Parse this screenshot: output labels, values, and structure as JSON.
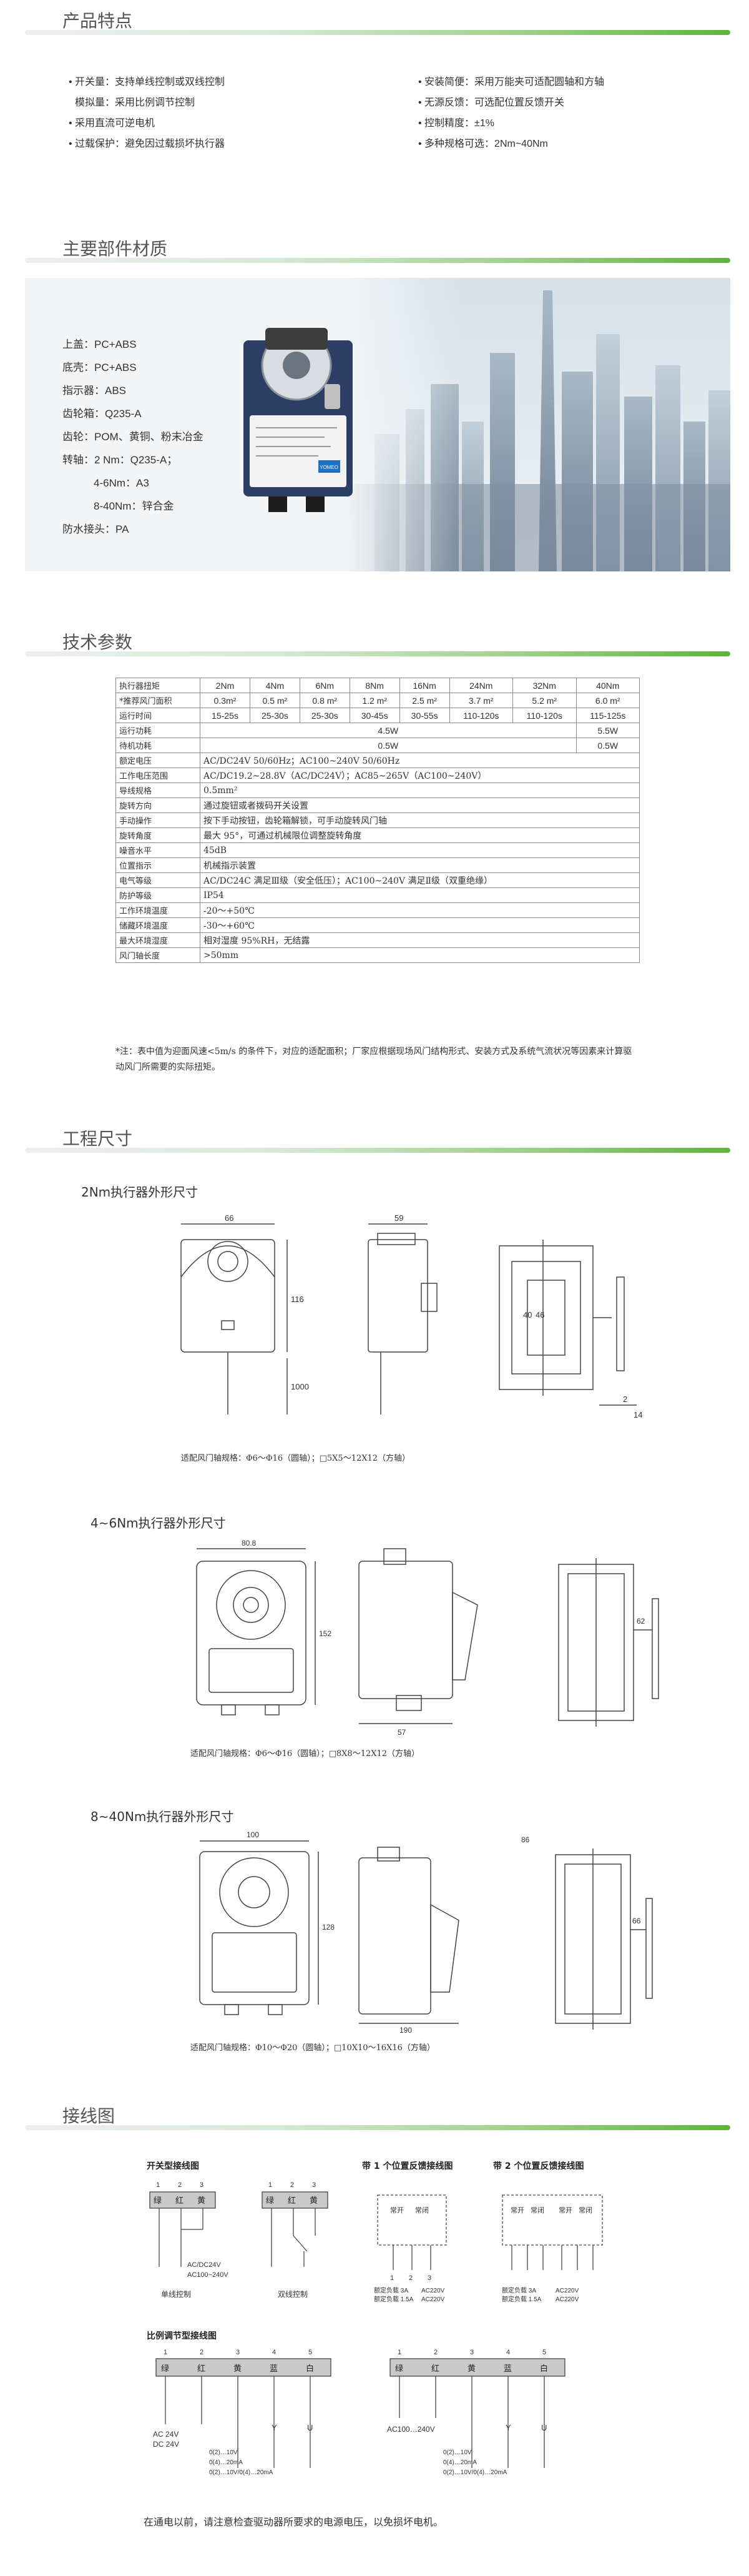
{
  "sections": {
    "features": "产品特点",
    "materials": "主要部件材质",
    "specs": "技术参数",
    "dimensions": "工程尺寸",
    "wiring": "接线图"
  },
  "features": {
    "left": [
      "• 开关量：支持单线控制或双线控制",
      "  模拟量：采用比例调节控制",
      "• 采用直流可逆电机",
      "• 过载保护：避免因过载损坏执行器"
    ],
    "right": [
      "• 安装简便：采用万能夹可适配圆轴和方轴",
      "• 无源反馈：可选配位置反馈开关",
      "• 控制精度：±1%",
      "• 多种规格可选：2Nm~40Nm"
    ]
  },
  "materials": {
    "lines": [
      "上盖：PC+ABS",
      "底壳：PC+ABS",
      "指示器：ABS",
      "齿轮箱：Q235-A",
      "齿轮：POM、黄铜、粉末冶金",
      "转轴：2 Nm：Q235-A；",
      "4-6Nm：A3",
      "8-40Nm：锌合金",
      "防水接头：PA"
    ],
    "product_label": "YOMEO"
  },
  "specs": {
    "header": [
      "执行器扭矩",
      "2Nm",
      "4Nm",
      "6Nm",
      "8Nm",
      "16Nm",
      "24Nm",
      "32Nm",
      "40Nm"
    ],
    "rows_split": [
      {
        "label": "*推荐风门面积",
        "cells": [
          "0.3m²",
          "0.5 m²",
          "0.8 m²",
          "1.2 m²",
          "2.5 m²",
          "3.7 m²",
          "5.2 m²",
          "6.0 m²"
        ]
      },
      {
        "label": "运行时间",
        "cells": [
          "15-25s",
          "25-30s",
          "25-30s",
          "30-45s",
          "30-55s",
          "110-120s",
          "110-120s",
          "115-125s"
        ]
      }
    ],
    "power_run": {
      "label": "运行功耗",
      "main": "4.5W",
      "last": "5.5W"
    },
    "power_idle": {
      "label": "待机功耗",
      "main": "0.5W",
      "last": "0.5W"
    },
    "rows_full": [
      {
        "label": "额定电压",
        "value": "AC/DC24V 50/60Hz；AC100~240V 50/60Hz"
      },
      {
        "label": "工作电压范围",
        "value": "AC/DC19.2~28.8V（AC/DC24V）；AC85~265V（AC100~240V）"
      },
      {
        "label": "导线规格",
        "value": "0.5mm²"
      },
      {
        "label": "旋转方向",
        "value": "通过旋钮或者拨码开关设置"
      },
      {
        "label": "手动操作",
        "value": "按下手动按钮，齿轮箱解锁，可手动旋转风门轴"
      },
      {
        "label": "旋转角度",
        "value": "最大 95°，可通过机械限位调整旋转角度"
      },
      {
        "label": "噪音水平",
        "value": "45dB"
      },
      {
        "label": "位置指示",
        "value": "机械指示装置"
      },
      {
        "label": "电气等级",
        "value": "AC/DC24C 满足Ⅲ级（安全低压）；AC100~240V 满足Ⅱ级（双重绝缘）"
      },
      {
        "label": "防护等级",
        "value": "IP54"
      },
      {
        "label": "工作环境温度",
        "value": "-20～+50℃"
      },
      {
        "label": "储藏环境温度",
        "value": "-30～+60℃"
      },
      {
        "label": "最大环境湿度",
        "value": "相对湿度 95%RH，无结露"
      },
      {
        "label": "风门轴长度",
        "value": ">50mm"
      }
    ],
    "note": "*注：表中值为迎面风速<5m/s 的条件下，对应的适配面积；厂家应根据现场风门结构形式、安装方式及系统气流状况等因素来计算驱动风门所需要的实际扭矩。"
  },
  "drawings": {
    "d1": {
      "title": "2Nm执行器外形尺寸",
      "caption": "适配风门轴规格：Φ6～Φ16（圆轴）；□5X5～12X12（方轴）",
      "dims": [
        "66",
        "59",
        "116",
        "1000",
        "40",
        "46",
        "2",
        "14"
      ]
    },
    "d2": {
      "title": "4~6Nm执行器外形尺寸",
      "caption": "适配风门轴规格：Φ6～Φ16（圆轴）；□8X8～12X12（方轴）",
      "dims": [
        "80.8",
        "57",
        "62",
        "152"
      ]
    },
    "d3": {
      "title": "8~40Nm执行器外形尺寸",
      "caption": "适配风门轴规格：Φ10～Φ20（圆轴）；□10X10～16X16（方轴）",
      "dims": [
        "100",
        "86",
        "128",
        "190",
        "66"
      ]
    }
  },
  "wiring": {
    "switch_title": "开关型接线图",
    "fb1_title": "带 1 个位置反馈接线图",
    "fb2_title": "带 2 个位置反馈接线图",
    "prop_title": "比例调节型接线图",
    "term_nums_3": [
      "1",
      "2",
      "3"
    ],
    "term_nums_5": [
      "1",
      "2",
      "3",
      "4",
      "5"
    ],
    "term_colors_3": [
      "绿",
      "红",
      "黄"
    ],
    "term_colors_5": [
      "绿",
      "红",
      "黄",
      "蓝",
      "白"
    ],
    "single_ctrl": "单线控制",
    "double_ctrl": "双线控制",
    "supply": [
      "AC/DC24V",
      "AC100~240V"
    ],
    "fb_labels": [
      "常开",
      "常闭"
    ],
    "fb_rating1": [
      "额定负载 3A",
      "额定负载 1.5A"
    ],
    "fb_rating2": [
      "AC220V",
      "AC220V"
    ],
    "prop_left_supply": [
      "AC 24V",
      "DC 24V"
    ],
    "prop_right_supply": "AC100…240V",
    "signals": [
      "0(2)…10V",
      "0(4)…20mA",
      "0(2)…10V/0(4)…20mA"
    ],
    "letters": [
      "Y",
      "U"
    ],
    "footer": "在通电以前，请注意检查驱动器所要求的电源电压，以免损坏电机。"
  }
}
